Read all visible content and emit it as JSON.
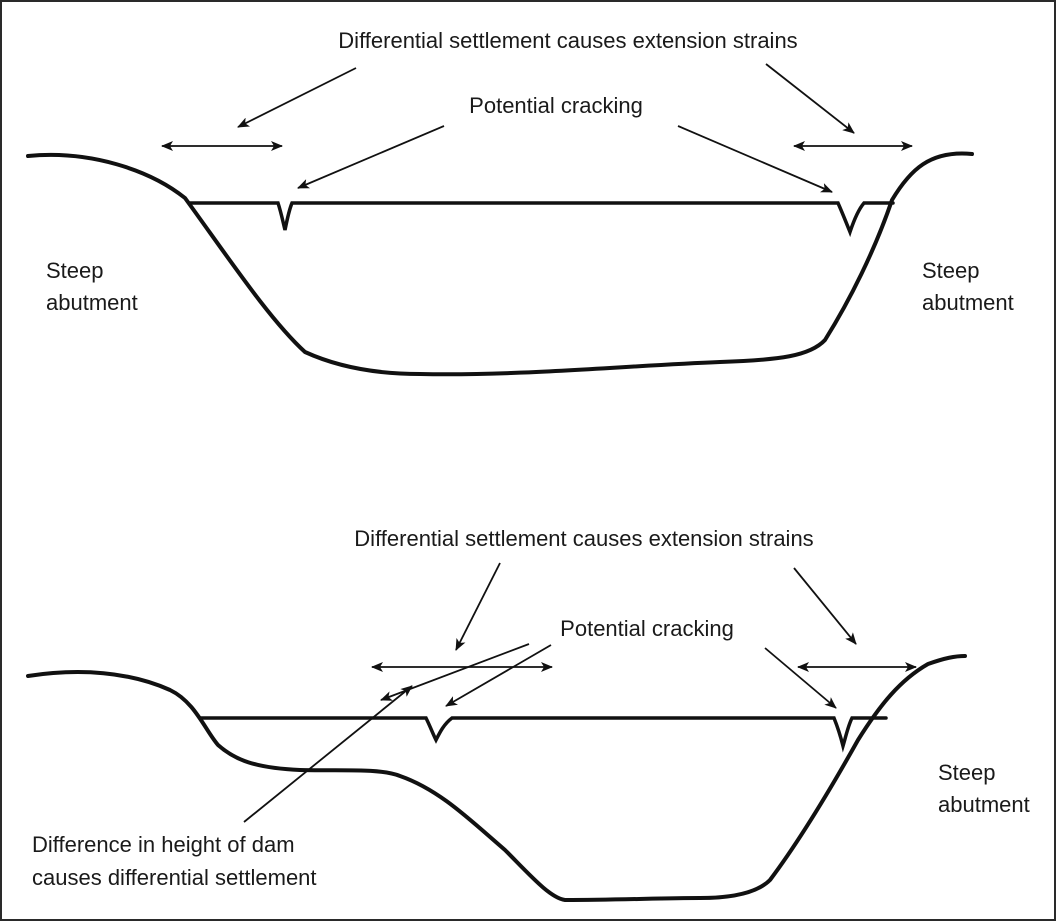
{
  "top_panel": {
    "title": "Differential settlement causes extension strains",
    "cracking": "Potential cracking",
    "left_abutment": [
      "Steep",
      "abutment"
    ],
    "right_abutment": [
      "Steep",
      "abutment"
    ]
  },
  "bottom_panel": {
    "title": "Differential settlement causes extension strains",
    "cracking": "Potential cracking",
    "right_abutment": [
      "Steep",
      "abutment"
    ],
    "note": [
      "Difference in height of dam",
      "causes differential settlement"
    ]
  },
  "colors": {
    "ink": "#111111",
    "background": "#ffffff",
    "frame": "#2a2a2a"
  }
}
